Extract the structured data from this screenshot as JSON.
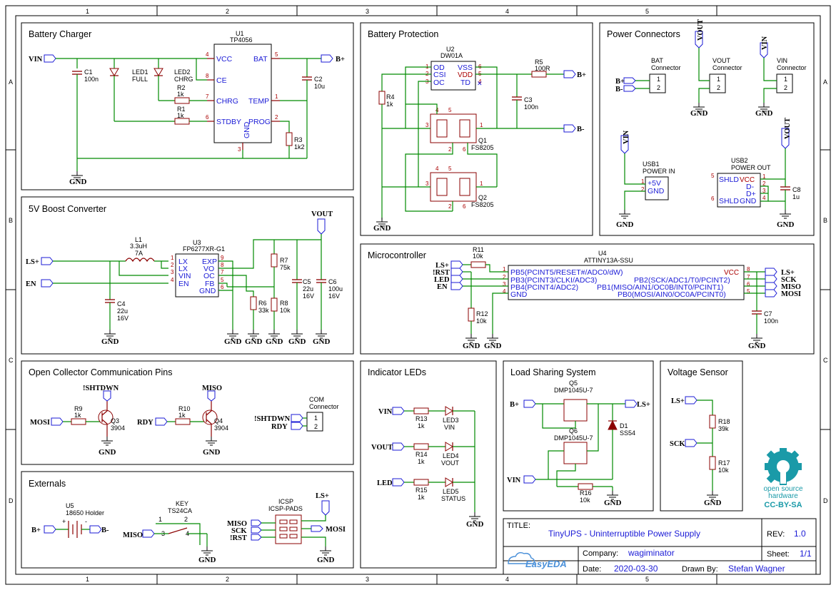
{
  "border": {
    "columns": [
      "1",
      "2",
      "3",
      "4",
      "5"
    ],
    "rows": [
      "A",
      "B",
      "C",
      "D"
    ]
  },
  "sections": {
    "battery_charger": "Battery Charger",
    "battery_protection": "Battery Protection",
    "power_connectors": "Power Connectors",
    "boost": "5V Boost Converter",
    "micro": "Microcontroller",
    "open_collector": "Open Collector Communication Pins",
    "indicator": "Indicator LEDs",
    "load_sharing": "Load Sharing System",
    "voltage_sensor": "Voltage Sensor",
    "externals": "Externals"
  },
  "charger": {
    "vin": "VIN",
    "bplus": "B+",
    "gnd": "GND",
    "u1": "U1",
    "u1_part": "TP4056",
    "pins": {
      "vcc": "VCC",
      "ce": "CE",
      "chrg": "CHRG",
      "stdby": "STDBY",
      "bat": "BAT",
      "temp": "TEMP",
      "prog": "PROG",
      "gnd": "GND"
    },
    "pin_nums": {
      "vcc": "4",
      "ce": "8",
      "chrg": "7",
      "stdby": "6",
      "bat": "5",
      "temp": "1",
      "prog": "2",
      "gnd": "3"
    },
    "c1": "C1",
    "c1_val": "100n",
    "led1": "LED1",
    "led1_val": "FULL",
    "led2": "LED2",
    "led2_val": "CHRG",
    "r2": "R2",
    "r2_val": "1k",
    "r1": "R1",
    "r1_val": "1k",
    "c2": "C2",
    "c2_val": "10u",
    "r3": "R3",
    "r3_val": "1k2"
  },
  "protection": {
    "u2": "U2",
    "u2_part": "DW01A",
    "pins": {
      "od": "OD",
      "csi": "CSI",
      "oc": "OC",
      "vss": "VSS",
      "vdd": "VDD",
      "td": "TD"
    },
    "pin_nums": {
      "od": "1",
      "csi": "2",
      "oc": "3",
      "vss": "6",
      "vdd": "5",
      "td": "4"
    },
    "r5": "R5",
    "r5_val": "100R",
    "r4": "R4",
    "r4_val": "1k",
    "c3": "C3",
    "c3_val": "100n",
    "q1": "Q1",
    "q1_val": "FS8205",
    "q2": "Q2",
    "q2_val": "FS8205",
    "bplus": "B+",
    "bminus": "B-",
    "gnd": "GND"
  },
  "connectors": {
    "bat_conn": "BAT\nConnector",
    "vout_conn": "VOUT\nConnector",
    "vin_conn": "VIN\nConnector",
    "bplus": "B+",
    "bminus": "B-",
    "vout": "VOUT",
    "vin": "VIN",
    "gnd": "GND",
    "usb1": "USB1",
    "usb1_val": "POWER IN",
    "plus5v": "+5V",
    "gnd_pin": "GND",
    "usb2": "USB2",
    "usb2_val": "POWER OUT",
    "shld": "SHLD",
    "vcc": "VCC",
    "dminus": "D-",
    "dplus": "D+",
    "c8": "C8",
    "c8_val": "1u",
    "pin1": "1",
    "pin2": "2",
    "pin3": "3",
    "pin4": "4",
    "pin5": "5",
    "pin6": "6"
  },
  "boost": {
    "lsplus": "LS+",
    "en": "EN",
    "vout": "VOUT",
    "gnd": "GND",
    "l1": "L1",
    "l1_val": "3.3uH",
    "l1_cur": "7A",
    "u3": "U3",
    "u3_part": "FP6277XR-G1",
    "pins_left": [
      "LX",
      "LX",
      "VIN",
      "EN"
    ],
    "pins_left_num": [
      "1",
      "2",
      "3",
      "4"
    ],
    "pins_right": [
      "EXP",
      "VO",
      "OC",
      "FB",
      "GND"
    ],
    "pins_right_num": [
      "9",
      "8",
      "7",
      "5",
      "6"
    ],
    "c4": "C4",
    "c4_val": "22u",
    "c4_v": "16V",
    "r7": "R7",
    "r7_val": "75k",
    "r6": "R6",
    "r6_val": "33k",
    "r8": "R8",
    "r8_val": "10k",
    "c5": "C5",
    "c5_val": "22u",
    "c5_v": "16V",
    "c6": "C6",
    "c6_val": "100u",
    "c6_v": "16V"
  },
  "micro": {
    "u4": "U4",
    "u4_part": "ATTINY13A-SSU",
    "r11": "R11",
    "r11_val": "10k",
    "r12": "R12",
    "r12_val": "10k",
    "c7": "C7",
    "c7_val": "100n",
    "left_nets": [
      "LS+",
      "!RST",
      "LED",
      "EN"
    ],
    "right_nets": [
      "LS+",
      "SCK",
      "MISO",
      "MOSI"
    ],
    "left_pins": [
      "PB5(PCINT5/RESET#/ADC0/dW)",
      "PB3(PCINT3/CLKI/ADC3)",
      "PB4(PCINT4/ADC2)",
      "GND"
    ],
    "left_nums": [
      "1",
      "2",
      "3",
      "4"
    ],
    "right_pins": [
      "VCC",
      "PB2(SCK/ADC1/T0/PCINT2)",
      "PB1(MISO/AIN1/OC0B/INT0/PCINT1)",
      "PB0(MOSI/AIN0/OC0A/PCINT0)"
    ],
    "right_nums": [
      "8",
      "7",
      "6",
      "5"
    ],
    "gnd": "GND"
  },
  "open_collector": {
    "shtdwn": "!SHTDWN",
    "miso": "MISO",
    "mosi": "MOSI",
    "rdy": "RDY",
    "r9": "R9",
    "r9_val": "1k",
    "q3": "Q3",
    "q3_val": "3904",
    "r10": "R10",
    "r10_val": "1k",
    "q4": "Q4",
    "q4_val": "3904",
    "com": "COM\nConnector",
    "gnd": "GND",
    "pin1": "1",
    "pin2": "2"
  },
  "indicator": {
    "vin": "VIN",
    "vout": "VOUT",
    "led": "LED",
    "r13": "R13",
    "r13_val": "1k",
    "led3": "LED3",
    "led3_val": "VIN",
    "r14": "R14",
    "r14_val": "1k",
    "led4": "LED4",
    "led4_val": "VOUT",
    "r15": "R15",
    "r15_val": "1k",
    "led5": "LED5",
    "led5_val": "STATUS",
    "gnd": "GND"
  },
  "load_sharing": {
    "bplus": "B+",
    "lsplus": "LS+",
    "vin": "VIN",
    "gnd": "GND",
    "q5": "Q5",
    "q5_val": "DMP1045U-7",
    "q6": "Q6",
    "q6_val": "DMP1045U-7",
    "d1": "D1",
    "d1_val": "SS54",
    "r16": "R16",
    "r16_val": "10k"
  },
  "voltage_sensor": {
    "lsplus": "LS+",
    "sck": "SCK",
    "gnd": "GND",
    "r18": "R18",
    "r18_val": "39k",
    "r17": "R17",
    "r17_val": "10k"
  },
  "externals": {
    "u5": "U5",
    "u5_val": "18650 Holder",
    "bplus": "B+",
    "bminus": "B-",
    "miso": "MISO",
    "mosi": "MOSI",
    "sck": "SCK",
    "rst": "!RST",
    "lsplus": "LS+",
    "key": "KEY",
    "key_val": "TS24CA",
    "icsp": "ICSP",
    "icsp_val": "ICSP-PADS",
    "gnd": "GND"
  },
  "oshw": {
    "line1": "open source",
    "line2": "hardware",
    "license": "CC-BY-SA"
  },
  "title_block": {
    "title_label": "TITLE:",
    "title": "TinyUPS  -  Uninterruptible Power Supply",
    "rev_label": "REV:",
    "rev": "1.0",
    "company_label": "Company:",
    "company": "wagiminator",
    "sheet_label": "Sheet:",
    "sheet": "1/1",
    "date_label": "Date:",
    "date": "2020-03-30",
    "drawn_label": "Drawn By:",
    "drawn": "Stefan Wagner",
    "easyeda": "EasyEDA"
  },
  "colors": {
    "wire": "#008a00",
    "symbol": "#8b0000",
    "text_blue": "#1b1bd6",
    "pin_red": "#aa0000",
    "oshw_teal": "#1a9aa8"
  }
}
